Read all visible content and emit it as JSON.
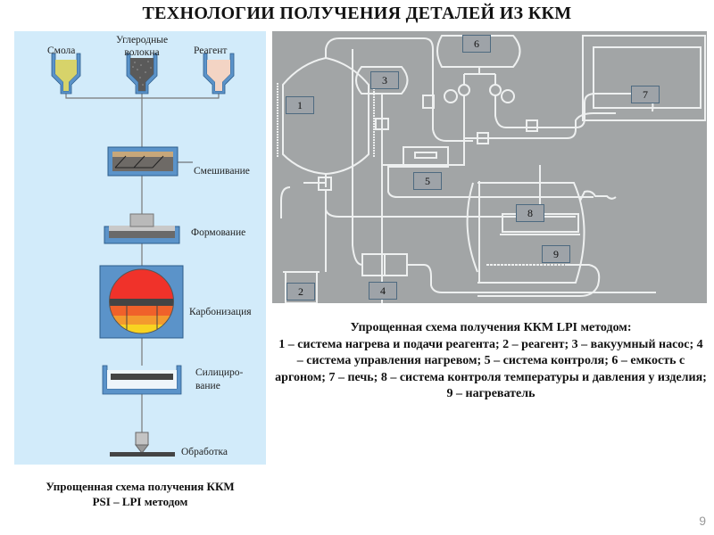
{
  "slide": {
    "title": "ТЕХНОЛОГИИ  ПОЛУЧЕНИЯ ДЕТАЛЕЙ ИЗ ККМ",
    "page_number": "9"
  },
  "psi_lpi_scheme": {
    "inputs": [
      {
        "label": "Смола",
        "fill_color": "#d7d36a"
      },
      {
        "label_line1": "Углеродные",
        "label_line2": "волокна",
        "fill_color": "#5a5a5a"
      },
      {
        "label": "Реагент",
        "fill_color": "#f3d4c4"
      }
    ],
    "stages": [
      {
        "id": "mixing",
        "label": "Смешивание"
      },
      {
        "id": "forming",
        "label": "Формование"
      },
      {
        "id": "carbonization",
        "label": "Карбонизация"
      },
      {
        "id": "siliconization",
        "label_line1": "Силициро-",
        "label_line2": "вание"
      },
      {
        "id": "machining",
        "label": "Обработка"
      }
    ],
    "caption_line1": "Упрощенная схема получения ККМ",
    "caption_line2": "PSI – LPI методом",
    "colors": {
      "panel_bg": "#d2ebfa",
      "vessel_blue": "#5b93c9",
      "hot_red": "#f0322a",
      "hot_orange": "#f39a2e",
      "hot_yellow": "#f8d321"
    }
  },
  "lpi_scheme": {
    "component_numbers": [
      "1",
      "2",
      "3",
      "4",
      "5",
      "6",
      "7",
      "8",
      "9"
    ],
    "caption_title": "Упрощенная схема получения ККМ LPI методом:",
    "legend": "1 – система нагрева и подачи реагента; 2 – реагент; 3 – вакуумный насос; 4 – система управления нагревом; 5 – система контроля; 6 – емкость с аргоном; 7 – печь; 8 – система контроля температуры и давления у изделия; 9 – нагреватель",
    "colors": {
      "panel_bg": "#a2a5a6",
      "line": "#eef0f0",
      "label_border": "#4e6a80"
    }
  }
}
